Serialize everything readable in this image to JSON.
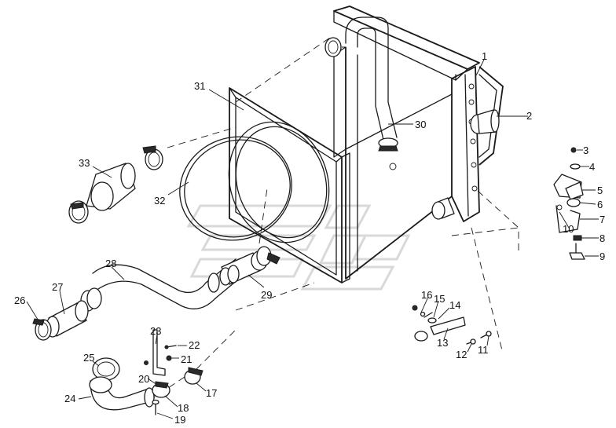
{
  "diagram": {
    "colors": {
      "line": "#1a1a1a",
      "watermark": "#d9d9d9",
      "background": "#ffffff"
    },
    "callouts": [
      {
        "id": "1",
        "text": "1"
      },
      {
        "id": "2",
        "text": "2"
      },
      {
        "id": "3",
        "text": "3"
      },
      {
        "id": "4",
        "text": "4"
      },
      {
        "id": "5",
        "text": "5"
      },
      {
        "id": "6",
        "text": "6"
      },
      {
        "id": "7",
        "text": "7"
      },
      {
        "id": "8",
        "text": "8"
      },
      {
        "id": "9",
        "text": "9"
      },
      {
        "id": "10",
        "text": "10"
      },
      {
        "id": "11",
        "text": "11"
      },
      {
        "id": "12",
        "text": "12"
      },
      {
        "id": "13",
        "text": "13"
      },
      {
        "id": "14",
        "text": "14"
      },
      {
        "id": "15",
        "text": "15"
      },
      {
        "id": "16",
        "text": "16"
      },
      {
        "id": "17",
        "text": "17"
      },
      {
        "id": "18",
        "text": "18"
      },
      {
        "id": "19",
        "text": "19"
      },
      {
        "id": "20",
        "text": "20"
      },
      {
        "id": "21",
        "text": "21"
      },
      {
        "id": "22",
        "text": "22"
      },
      {
        "id": "23",
        "text": "23"
      },
      {
        "id": "24",
        "text": "24"
      },
      {
        "id": "25",
        "text": "25"
      },
      {
        "id": "26",
        "text": "26"
      },
      {
        "id": "27",
        "text": "27"
      },
      {
        "id": "28",
        "text": "28"
      },
      {
        "id": "29",
        "text": "29"
      },
      {
        "id": "30",
        "text": "30"
      },
      {
        "id": "31",
        "text": "31"
      },
      {
        "id": "32",
        "text": "32"
      },
      {
        "id": "33",
        "text": "33"
      }
    ]
  }
}
